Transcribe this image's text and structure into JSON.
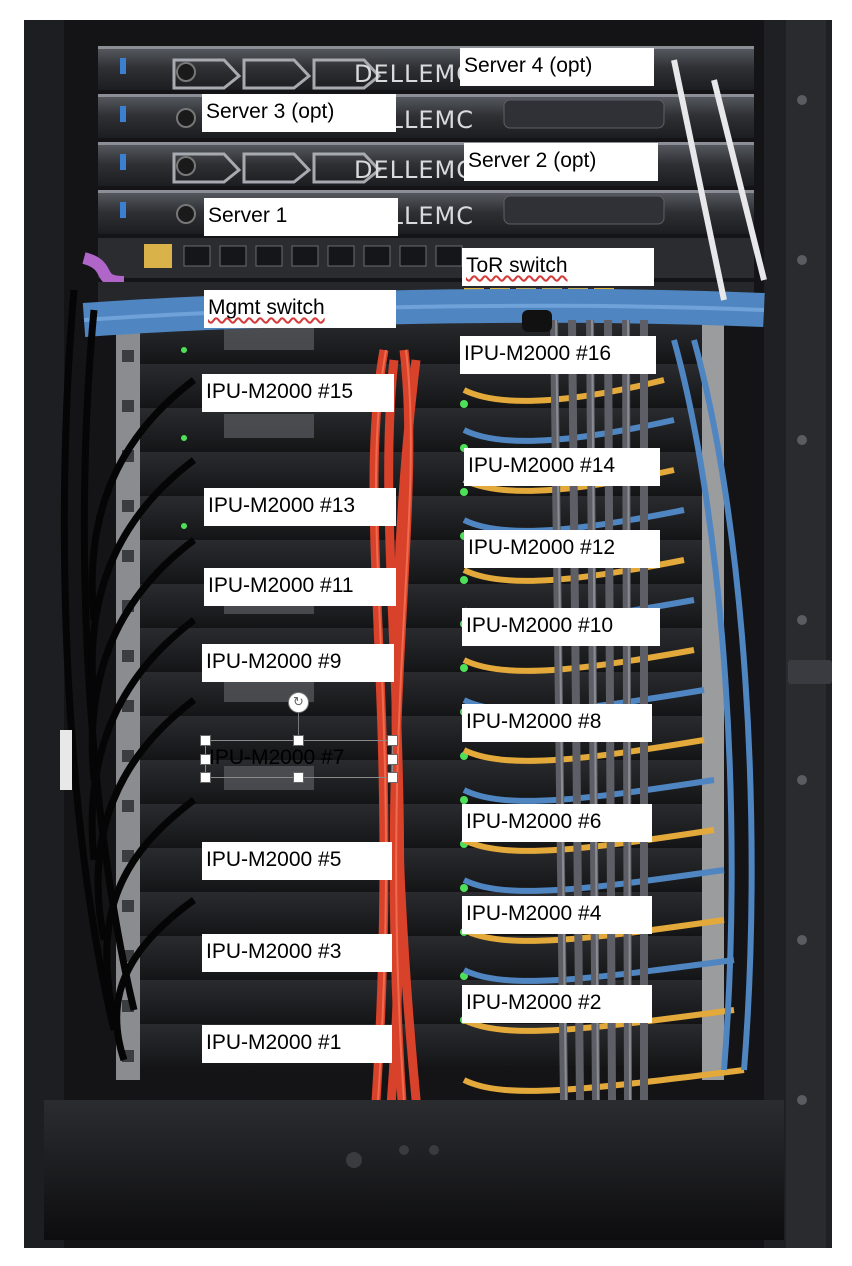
{
  "labels": {
    "server4": "Server 4 (opt)",
    "server3": "Server 3 (opt)",
    "server2": "Server 2 (opt)",
    "server1": "Server 1",
    "tor_switch": "ToR switch",
    "mgmt_switch": "Mgmt switch",
    "ipu16": "IPU-M2000 #16",
    "ipu15": "IPU-M2000 #15",
    "ipu14": "IPU-M2000 #14",
    "ipu13": "IPU-M2000 #13",
    "ipu12": "IPU-M2000 #12",
    "ipu11": "IPU-M2000 #11",
    "ipu10": "IPU-M2000 #10",
    "ipu9": "IPU-M2000 #9",
    "ipu8": "IPU-M2000 #8",
    "ipu7": "IPU-M2000 #7",
    "ipu6": "IPU-M2000 #6",
    "ipu5": "IPU-M2000 #5",
    "ipu4": "IPU-M2000 #4",
    "ipu3": "IPU-M2000 #3",
    "ipu2": "IPU-M2000 #2",
    "ipu1": "IPU-M2000 #1"
  },
  "brand_text": "DELLEMC",
  "rotate_icon": "rotate-handle-icon",
  "colors": {
    "rack_black": "#141416",
    "cable_red": "#d8412a",
    "cable_blue": "#4f86c2",
    "cable_yellow": "#e3a93a",
    "cable_grey": "#5e5f66",
    "led_green": "#4fe05a"
  }
}
